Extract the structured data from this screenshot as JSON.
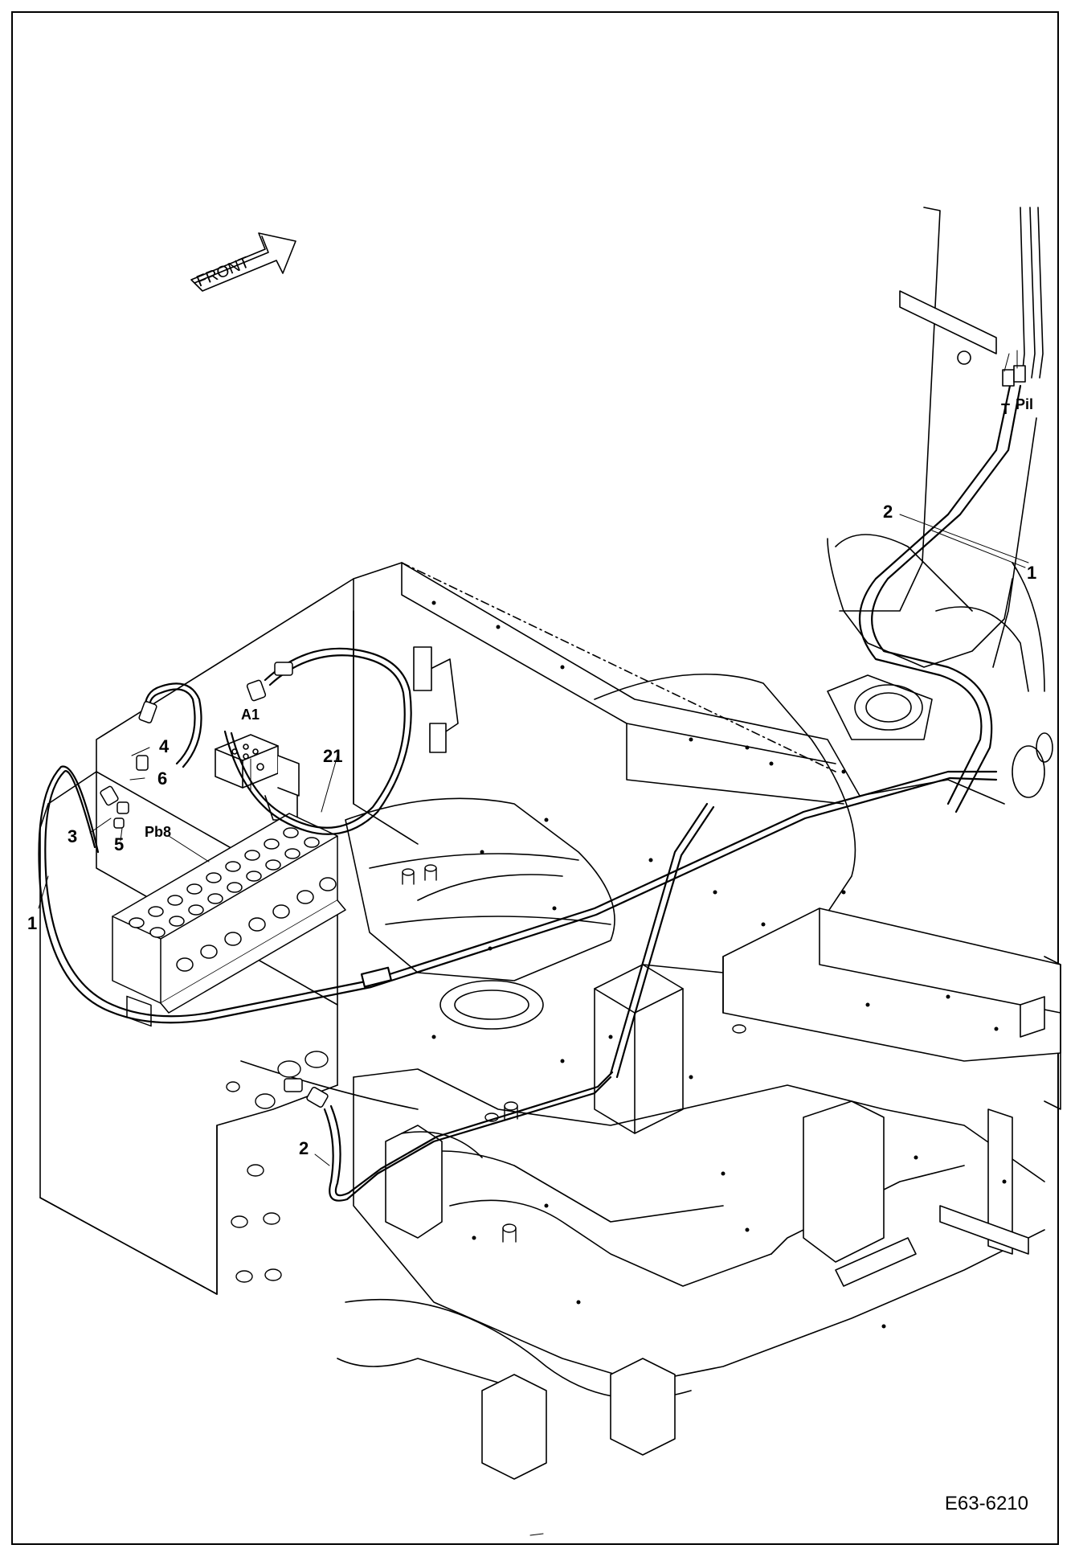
{
  "direction_arrow": {
    "label": "FRONT"
  },
  "callouts": {
    "pil": "Pil",
    "t": "T",
    "hose_2_upper": "2",
    "hose_1_upper": "1",
    "a1": "A1",
    "item_4": "4",
    "item_6": "6",
    "item_21": "21",
    "item_3": "3",
    "item_5": "5",
    "pb8": "Pb8",
    "hose_1_left": "1",
    "hose_2_lower": "2"
  },
  "drawing_number": "E63-6210"
}
